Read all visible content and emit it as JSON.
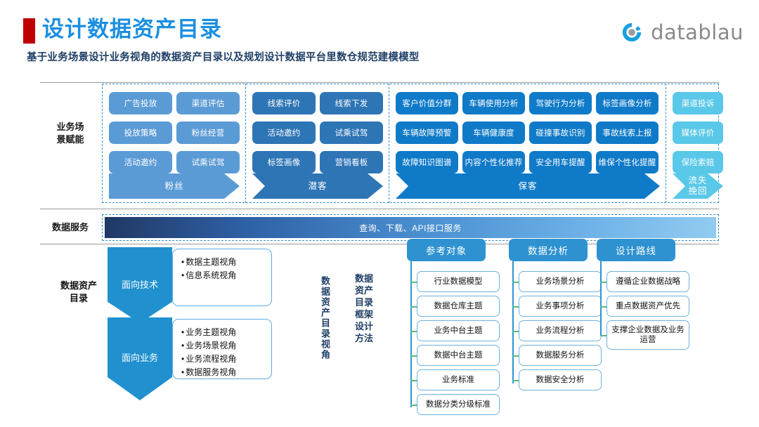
{
  "header": {
    "title": "设计数据资产目录",
    "subtitle": "基于业务场景设计业务视角的数据资产目录以及规划设计数据平台里数仓规范建模模型",
    "logo_text": "datablau",
    "accent_red": "#C00000",
    "accent_blue": "#1A8FE0"
  },
  "matrix": {
    "row_label_scene": "业务场\n景赋能",
    "row_label_service": "数据服务",
    "service_band": "查询、下载、API接口服务",
    "groups": [
      {
        "name": "粉丝",
        "color": "#5B9BD5",
        "tiles": [
          "广告投放",
          "渠道评估",
          "投放策略",
          "粉丝经营",
          "活动邀约",
          "试乘试驾"
        ]
      },
      {
        "name": "潜客",
        "color": "#2E75B6",
        "tiles": [
          "线索评价",
          "线索下发",
          "活动邀约",
          "试乘试驾",
          "标签画像",
          "营销看板"
        ]
      },
      {
        "name": "保客",
        "color": "#0F7AC8",
        "tiles": [
          "客户价值分群",
          "车辆使用分析",
          "驾驶行为分析",
          "标签画像分析",
          "车辆故障预警",
          "车辆健康度",
          "碰撞事故识别",
          "事故线索上报",
          "故障知识图谱",
          "内容个性化推荐",
          "安全用车提醒",
          "维保个性化提醒"
        ]
      },
      {
        "name": "流失\n挽回",
        "color": "#5AC8E8",
        "tiles": [
          "渠道投诉",
          "媒体评价",
          "保险索赔"
        ]
      }
    ]
  },
  "catalog": {
    "label": "数据资产\n目录",
    "view_label": "数据资产目录视角",
    "branches": [
      {
        "title": "面向技术",
        "items": [
          "数据主题视角",
          "信息系统视角"
        ]
      },
      {
        "title": "面向业务",
        "items": [
          "业务主题视角",
          "业务场景视角",
          "业务流程视角",
          "数据服务视角"
        ]
      }
    ]
  },
  "framework": {
    "label": "数据\n资产\n目录\n框架\n设计\n方法",
    "columns": [
      {
        "head": "参考对象",
        "items": [
          "行业数据模型",
          "数据仓库主题",
          "业务中台主题",
          "数据中台主题",
          "业务标准",
          "数据分类分级标准"
        ]
      },
      {
        "head": "数据分析",
        "items": [
          "业务场景分析",
          "业务事项分析",
          "业务流程分析",
          "数据服务分析",
          "数据安全分析"
        ]
      },
      {
        "head": "设计路线",
        "items": [
          "遵循企业数据战略",
          "重点数据资产优先",
          "支撑企业数据及业务运营"
        ]
      }
    ]
  }
}
